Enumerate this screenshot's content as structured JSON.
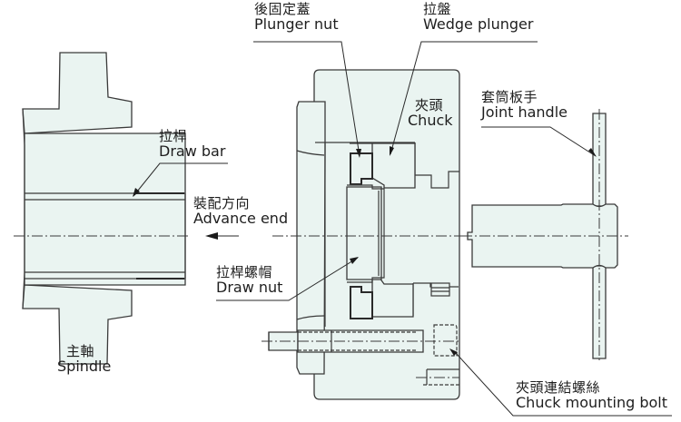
{
  "diagram": {
    "type": "mechanical assembly cross-section",
    "colors": {
      "part_fill": "#eaf4f1",
      "outline": "#3a3a3a",
      "text": "#1e1e1e"
    },
    "labels": {
      "plunger_nut": {
        "zh": "後固定蓋",
        "en": "Plunger nut"
      },
      "wedge_plunger": {
        "zh": "拉盤",
        "en": "Wedge plunger"
      },
      "chuck": {
        "zh": "夾頭",
        "en": "Chuck"
      },
      "joint_handle": {
        "zh": "套筒板手",
        "en": "Joint handle"
      },
      "draw_bar": {
        "zh": "拉桿",
        "en": "Draw bar"
      },
      "advance_end": {
        "zh": "裝配方向",
        "en": "Advance end"
      },
      "draw_nut": {
        "zh": "拉桿螺帽",
        "en": "Draw nut"
      },
      "spindle": {
        "zh": "主軸",
        "en": "Spindle"
      },
      "chuck_mounting_bolt": {
        "zh": "夾頭連結螺絲",
        "en": "Chuck mounting bolt"
      }
    },
    "components": [
      "Spindle",
      "Draw bar",
      "Draw nut",
      "Plunger nut",
      "Wedge plunger",
      "Chuck",
      "Chuck mounting bolt",
      "Joint handle"
    ],
    "direction_arrow": "leftward (advance direction toward spindle)"
  }
}
